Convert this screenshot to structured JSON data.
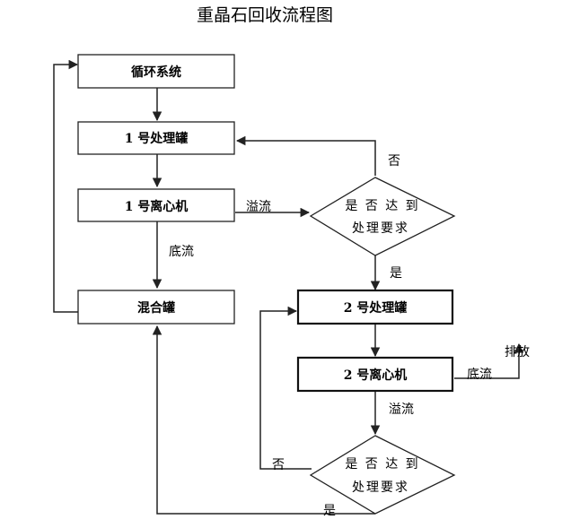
{
  "title": "重晶石回收流程图",
  "nodes": {
    "recycle_system": "循环系统",
    "tank1": "1 号处理罐",
    "centrifuge1": "1 号离心机",
    "mixing_tank": "混合罐",
    "tank2": "2 号处理罐",
    "centrifuge2": "2 号离心机"
  },
  "decisions": {
    "check1": {
      "line1": "是 否 达 到",
      "line2": "处理要求"
    },
    "check2": {
      "line1": "是 否 达 到",
      "line2": "处理要求"
    }
  },
  "edge_labels": {
    "overflow1": "溢流",
    "underflow1": "底流",
    "no1": "否",
    "yes1": "是",
    "underflow2": "底流",
    "discharge": "排放",
    "overflow2": "溢流",
    "no2": "否",
    "yes2": "是"
  }
}
